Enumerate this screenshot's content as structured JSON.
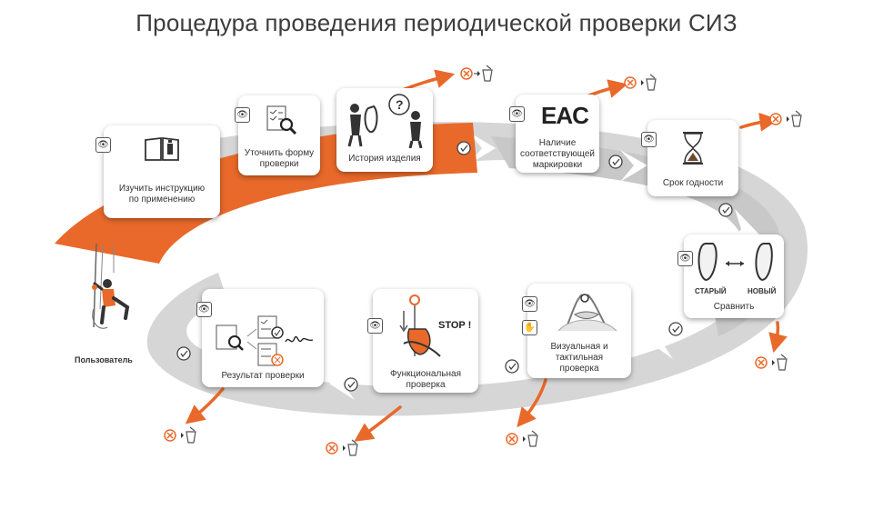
{
  "title": "Процедура проведения периодической проверки СИЗ",
  "user_label": "Пользователь",
  "steps": [
    {
      "label": "Изучить инструкцию\nпо применению",
      "icon": "book-info-icon"
    },
    {
      "label": "Уточнить форму\nпроверки",
      "icon": "checklist-magnifier-icon"
    },
    {
      "label": "История изделия",
      "icon": "people-question-icon"
    },
    {
      "label": "Наличие\nсоответствующей\nмаркировки",
      "icon": "eac-mark-icon",
      "mark": "EAC"
    },
    {
      "label": "Срок годности",
      "icon": "hourglass-icon"
    },
    {
      "label": "Сравнить",
      "icon": "carabiner-compare-icon",
      "old": "СТАРЫЙ",
      "new": "НОВЫЙ"
    },
    {
      "label": "Визуальная и\nтактильная\nпроверка",
      "icon": "rope-knot-icon"
    },
    {
      "label": "Функциональная\nпроверка",
      "icon": "descender-stop-icon",
      "stop": "STOP !"
    },
    {
      "label": "Результат проверки",
      "icon": "documents-result-icon"
    }
  ],
  "colors": {
    "accent": "#e8692a",
    "track": "#d9d9d9",
    "track_dark": "#c6c6c6"
  }
}
